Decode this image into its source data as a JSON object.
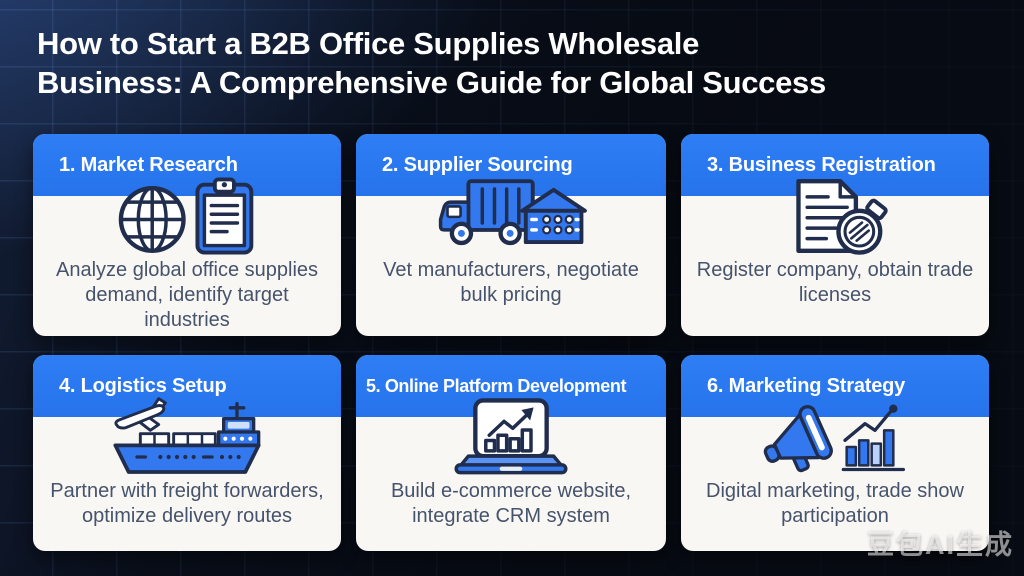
{
  "title": {
    "line1": "How to Start a B2B Office Supplies Wholesale",
    "line2": "Business: A Comprehensive Guide for Global Success"
  },
  "watermark": {
    "text": "豆包AI生成"
  },
  "colors": {
    "accent_blue": "#2b78f0",
    "card_background": "#f9f7f3",
    "header_text": "#ffffff",
    "body_text": "#46536c",
    "icon_outline": "#212d4d",
    "icon_blue": "#3478ef",
    "icon_light_blue": "#b9d2fa",
    "page_background": "#070b13"
  },
  "cards": [
    {
      "title": "1. Market Research",
      "description": "Analyze global office supplies demand, identify target industries",
      "icon": "globe-clipboard-icon"
    },
    {
      "title": "2. Supplier Sourcing",
      "description": "Vet manufacturers, negotiate bulk pricing",
      "icon": "truck-warehouse-icon"
    },
    {
      "title": "3. Business Registration",
      "description": "Register company, obtain trade licenses",
      "icon": "document-seal-icon"
    },
    {
      "title": "4. Logistics Setup",
      "description": "Partner with freight forwarders, optimize delivery routes",
      "icon": "plane-ship-icon"
    },
    {
      "title": "5. Online Platform Development",
      "description": "Build e-commerce website, integrate CRM system",
      "icon": "laptop-chart-icon"
    },
    {
      "title": "6. Marketing Strategy",
      "description": "Digital marketing, trade show participation",
      "icon": "megaphone-chart-icon"
    }
  ]
}
